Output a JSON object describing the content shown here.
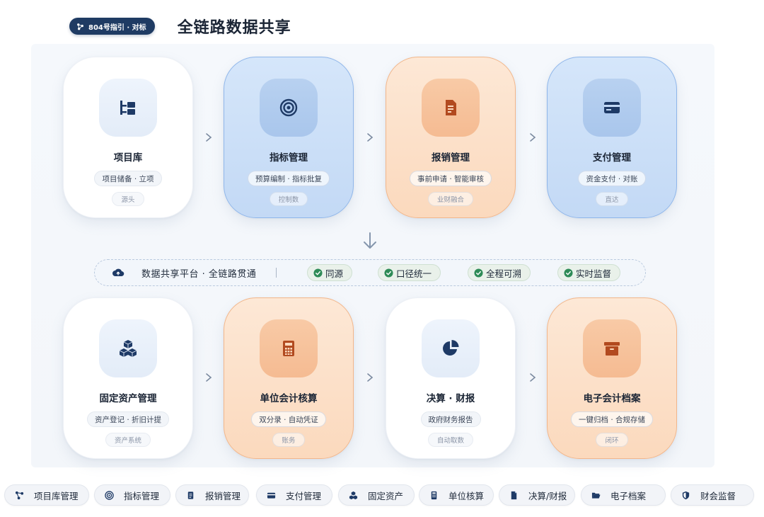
{
  "header": {
    "badge": "804号指引 · 对标",
    "title": "全链路数据共享"
  },
  "top_cards": [
    {
      "name": "项目库",
      "pill": "项目储备 · 立项",
      "sub": "源头",
      "icon": "folder-tree-icon"
    },
    {
      "name": "指标管理",
      "pill": "预算编制 · 指标批复",
      "sub": "控制数",
      "icon": "target-icon"
    },
    {
      "name": "报销管理",
      "pill": "事前申请 · 智能审核",
      "sub": "业财融合",
      "icon": "invoice-icon"
    },
    {
      "name": "支付管理",
      "pill": "资金支付 · 对账",
      "sub": "直达",
      "icon": "credit-card-icon"
    }
  ],
  "platform": {
    "label": "数据共享平台 · 全链路贯通",
    "tags": [
      "同源",
      "口径统一",
      "全程可溯",
      "实时监督"
    ],
    "icon": "cloud-upload-icon"
  },
  "bottom_cards": [
    {
      "name": "固定资产管理",
      "pill": "资产登记 · 折旧计提",
      "sub": "资产系统",
      "icon": "cubes-icon"
    },
    {
      "name": "单位会计核算",
      "pill": "双分录 · 自动凭证",
      "sub": "账务",
      "icon": "calculator-icon"
    },
    {
      "name": "决算 · 财报",
      "pill": "政府财务报告",
      "sub": "自动取数",
      "icon": "pie-chart-icon"
    },
    {
      "name": "电子会计档案",
      "pill": "一键归档 · 合规存储",
      "sub": "闭环",
      "icon": "archive-box-icon"
    }
  ],
  "nav": [
    {
      "label": "项目库管理",
      "icon": "network-icon"
    },
    {
      "label": "指标管理",
      "icon": "target-icon"
    },
    {
      "label": "报销管理",
      "icon": "receipt-icon"
    },
    {
      "label": "支付管理",
      "icon": "credit-card-icon"
    },
    {
      "label": "固定资产",
      "icon": "cubes-icon"
    },
    {
      "label": "单位核算",
      "icon": "calculator-icon"
    },
    {
      "label": "决算/财报",
      "icon": "file-icon"
    },
    {
      "label": "电子档案",
      "icon": "folder-open-icon"
    },
    {
      "label": "财会监督",
      "icon": "shield-icon"
    }
  ],
  "colors": {
    "navy": "#1f3b63",
    "blue_card": "#c3d9f5",
    "orange_card": "#fbd9bd",
    "icon_navy": "#1e3a66",
    "icon_orange": "#b24a1f",
    "check_green": "#2e8b57"
  }
}
